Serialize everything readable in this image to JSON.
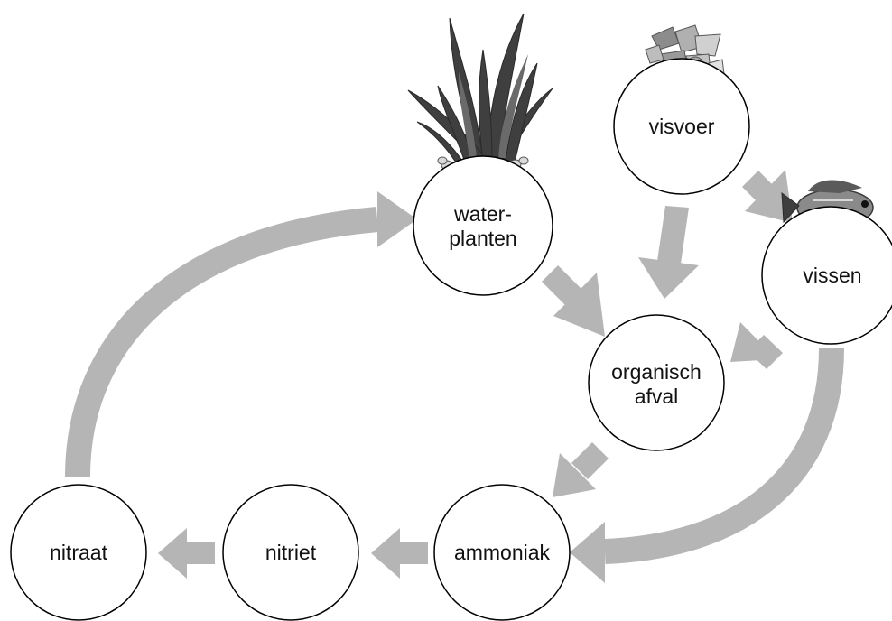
{
  "colors": {
    "arrow": "#b5b5b5",
    "circle_stroke": "#000000",
    "background": "#ffffff",
    "text": "#111111"
  },
  "nodes": {
    "visvoer": {
      "lines": [
        "visvoer"
      ],
      "picture": "fish-food-flakes"
    },
    "waterplanten": {
      "lines": [
        "water-",
        "planten"
      ],
      "picture": "aquatic-plant"
    },
    "vissen": {
      "lines": [
        "vissen"
      ],
      "picture": "fish"
    },
    "organisch_afval": {
      "lines": [
        "organisch",
        "afval"
      ]
    },
    "ammoniak": {
      "lines": [
        "ammoniak"
      ]
    },
    "nitriet": {
      "lines": [
        "nitriet"
      ]
    },
    "nitraat": {
      "lines": [
        "nitraat"
      ]
    }
  },
  "arrows": [
    {
      "from": "visvoer",
      "to": "vissen"
    },
    {
      "from": "visvoer",
      "to": "organisch_afval"
    },
    {
      "from": "waterplanten",
      "to": "organisch_afval"
    },
    {
      "from": "vissen",
      "to": "organisch_afval"
    },
    {
      "from": "vissen",
      "to": "ammoniak"
    },
    {
      "from": "organisch_afval",
      "to": "ammoniak"
    },
    {
      "from": "ammoniak",
      "to": "nitriet"
    },
    {
      "from": "nitriet",
      "to": "nitraat"
    },
    {
      "from": "nitraat",
      "to": "waterplanten"
    }
  ]
}
